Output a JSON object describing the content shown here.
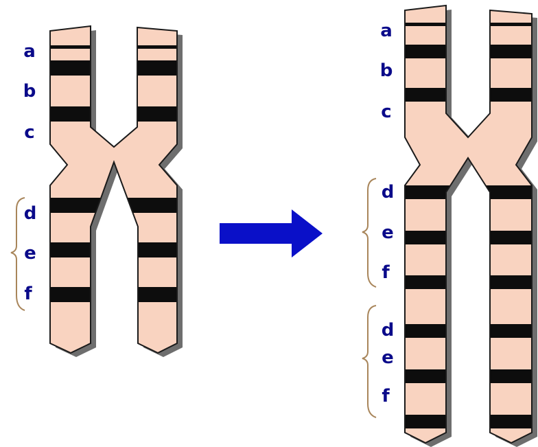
{
  "colors": {
    "chromatid": "#f9d3c0",
    "band": "#0d0d0d",
    "shadow": "#6e6e6e",
    "outline": "#1a1a1a",
    "label": "#0a0a8a",
    "bracket": "#a8855a",
    "arrow": "#0a10c8"
  },
  "diagram": {
    "normal": {
      "labels": [
        "a",
        "b",
        "c",
        "d",
        "e",
        "f"
      ]
    },
    "arrow_icon": "right-arrow-icon",
    "duplicated": {
      "labels": [
        "a",
        "b",
        "c",
        "d",
        "e",
        "f",
        "d",
        "e",
        "f"
      ]
    }
  }
}
